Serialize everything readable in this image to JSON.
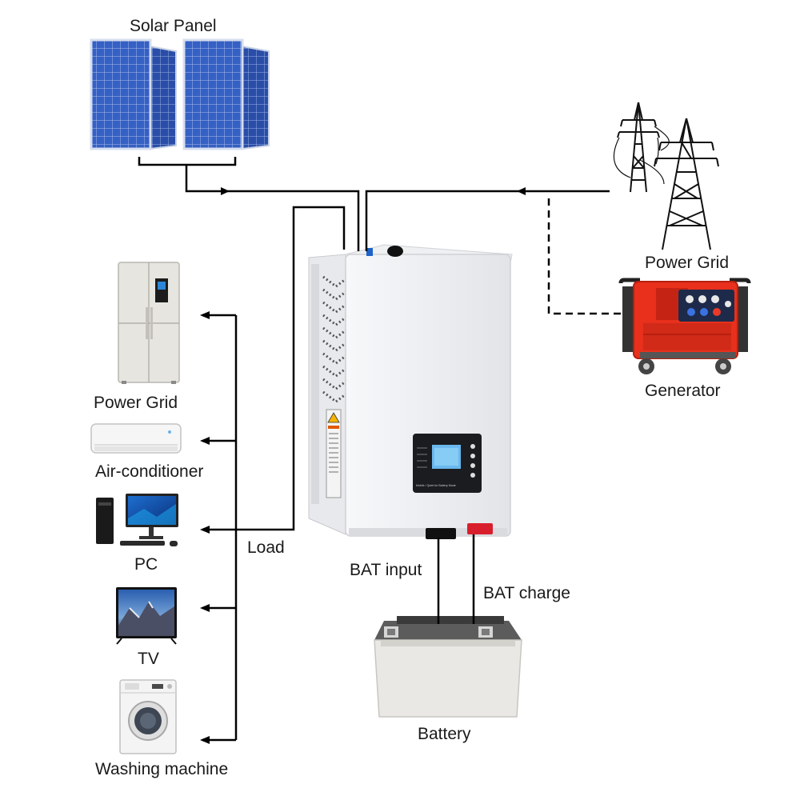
{
  "labels": {
    "solar_panel": "Solar Panel",
    "power_grid": "Power Grid",
    "generator": "Generator",
    "refrigerator": "Power Grid",
    "air_conditioner": "Air-conditioner",
    "pc": "PC",
    "tv": "TV",
    "washing_machine": "Washing machine",
    "load": "Load",
    "bat_input": "BAT input",
    "bat_charge": "BAT charge",
    "battery": "Battery"
  },
  "screen_text": "Mobile / Quiet for Battery Mode",
  "icons": [
    "solar-panel-icon",
    "transmission-tower-icon",
    "generator-icon",
    "inverter-icon",
    "refrigerator-icon",
    "air-conditioner-icon",
    "pc-icon",
    "tv-icon",
    "washing-machine-icon",
    "battery-icon"
  ],
  "colors": {
    "line": "#000000",
    "panel_blue": "#2f55b8",
    "generator_red": "#e8301c",
    "inverter_white": "#f2f3f5",
    "battery_terminal_red": "#d81e2c"
  }
}
